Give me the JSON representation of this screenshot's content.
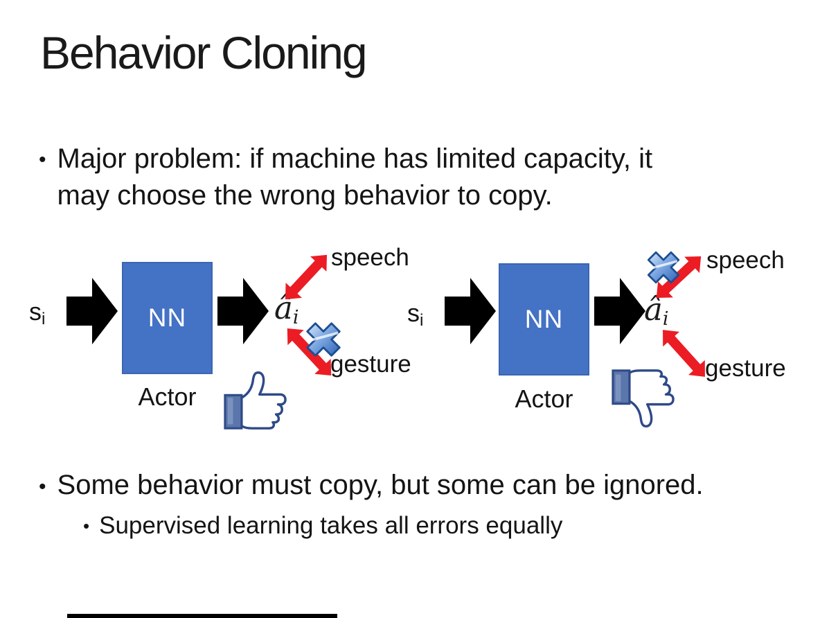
{
  "slide": {
    "title": "Behavior Cloning",
    "bullets": {
      "marker": "•",
      "b1_line1": "Major problem: if machine has limited capacity, it",
      "b1_line2": "may choose the wrong behavior to copy.",
      "b2": "Some behavior must copy, but some can be ignored.",
      "b2_sub": "Supervised learning takes all errors equally"
    },
    "diagram": {
      "input_label": "s",
      "input_sub": "i",
      "nn_label": "NN",
      "actor_label": "Actor",
      "output_label": "â",
      "output_sub": "i",
      "speech_label": "speech",
      "gesture_label": "gesture"
    },
    "colors": {
      "nn_box": "#4472c4",
      "nn_box_border": "#3b66b0",
      "black_arrow": "#000000",
      "red_arrow": "#ec1c24",
      "x_icon_blue": "#4a86d8",
      "thumb_outline_navy": "#2e4a87",
      "thumb_cuff_blue": "#5b76ac",
      "text": "#141414"
    }
  }
}
